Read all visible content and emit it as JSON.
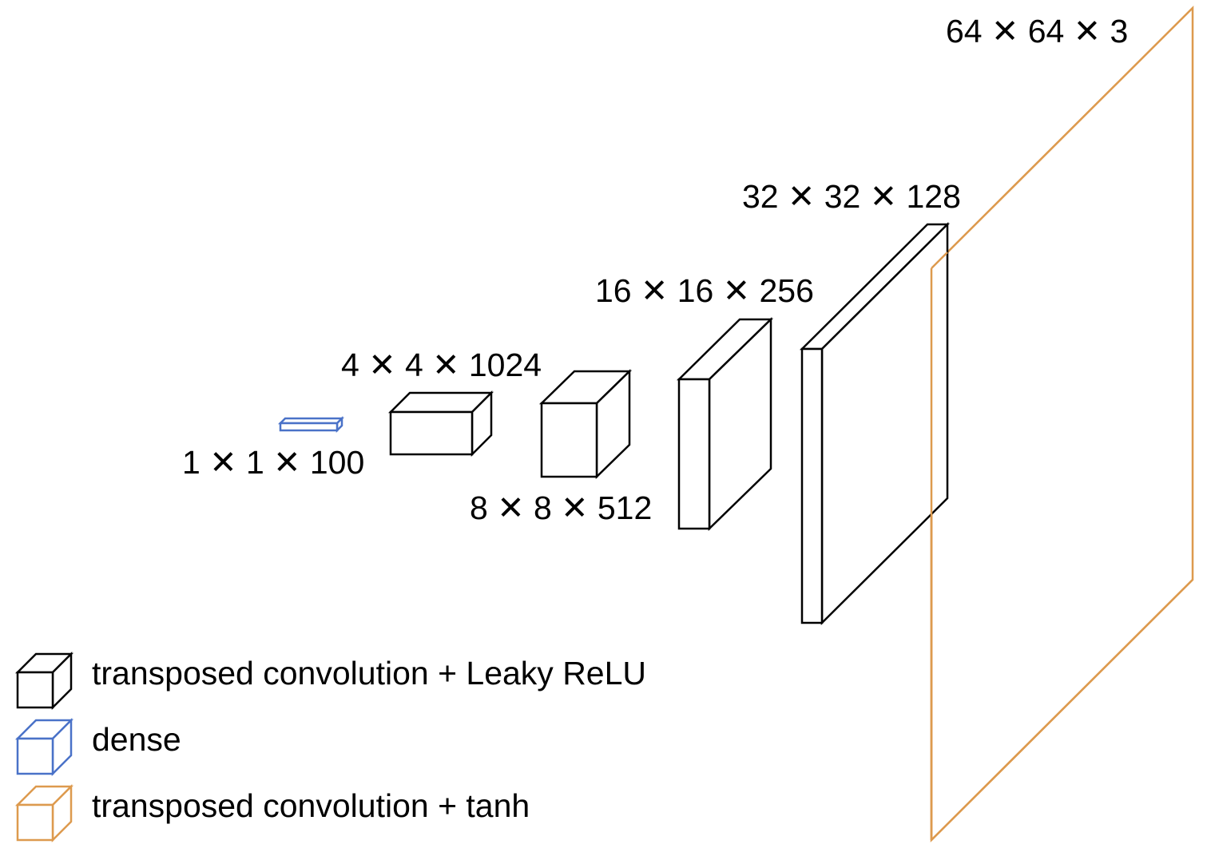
{
  "colors": {
    "conv": "#000000",
    "dense": "#4a72c8",
    "output": "#dd9a4e"
  },
  "blocks": [
    {
      "label": "1 ✕ 1 ✕ 100",
      "kind": "dense"
    },
    {
      "label": "4 ✕ 4 ✕ 1024",
      "kind": "conv"
    },
    {
      "label": "8 ✕ 8 ✕ 512",
      "kind": "conv"
    },
    {
      "label": "16 ✕ 16 ✕ 256",
      "kind": "conv"
    },
    {
      "label": "32 ✕ 32 ✕ 128",
      "kind": "conv"
    },
    {
      "label": "64 ✕ 64 ✕ 3",
      "kind": "output"
    }
  ],
  "legend": [
    {
      "label": "transposed convolution + Leaky ReLU",
      "kind": "conv"
    },
    {
      "label": "dense",
      "kind": "dense"
    },
    {
      "label": "transposed convolution + tanh",
      "kind": "output"
    }
  ]
}
